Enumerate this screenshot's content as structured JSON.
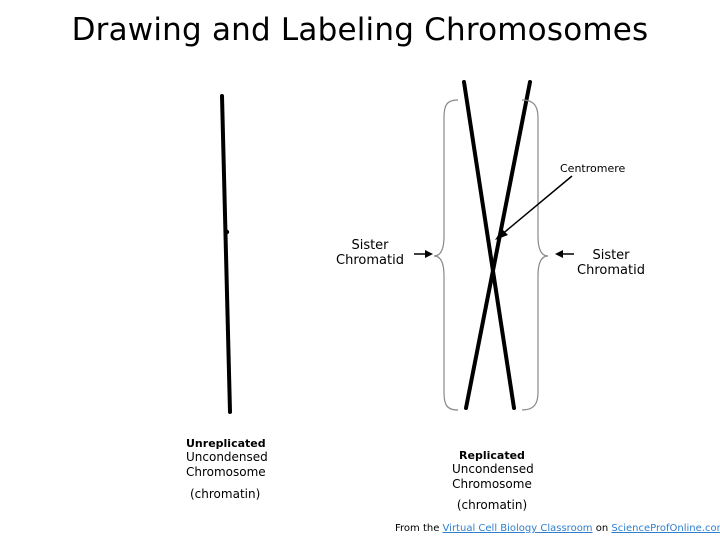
{
  "title": "Drawing and Labeling Chromosomes",
  "labels": {
    "centromere": "Centromere",
    "sister_left": "Sister\nChromatid",
    "sister_right": "Sister\nChromatid",
    "unreplicated_line1": "Unreplicated",
    "unreplicated_line2": "Uncondensed",
    "unreplicated_line3": "Chromosome",
    "unreplicated_chromatin": "(chromatin)",
    "replicated_line1": "Replicated",
    "replicated_line2": "Uncondensed",
    "replicated_line3": "Chromosome",
    "replicated_chromatin": "(chromatin)"
  },
  "footer": {
    "prefix": "From the ",
    "link1": "Virtual Cell Biology Classroom",
    "middle": " on ",
    "link2": "ScienceProfOnline.com"
  }
}
